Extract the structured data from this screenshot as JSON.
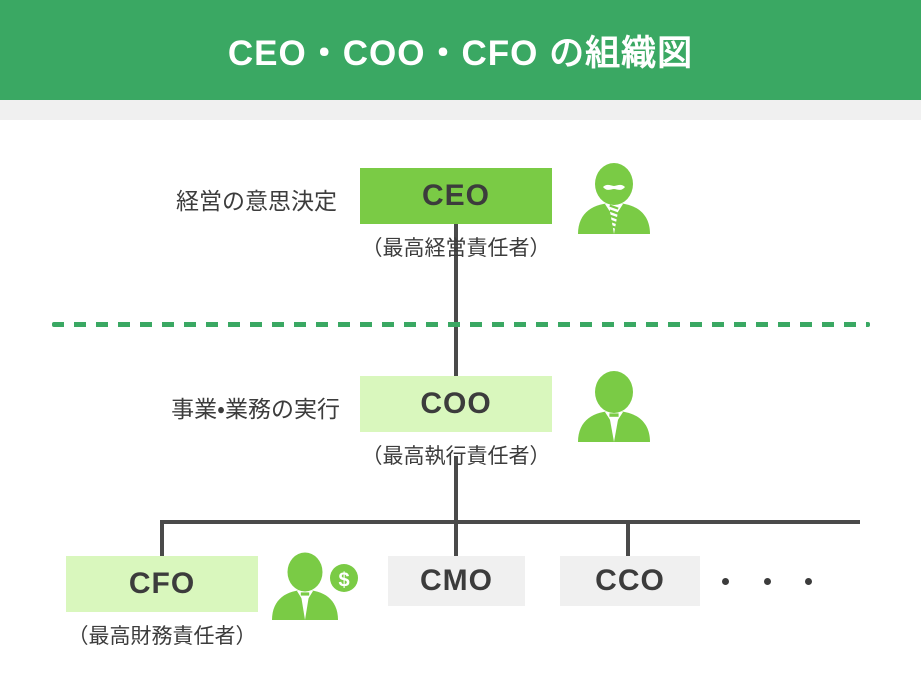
{
  "header": {
    "title": "CEO・COO・CFO の組織図",
    "background_color": "#3AA863",
    "text_color": "#FFFFFF",
    "underbar_color": "#F0F0F0"
  },
  "chart_data": {
    "type": "diagram",
    "title": "CEO・COO・CFO の組織図",
    "tiers": [
      {
        "tier_label": "経営の意思決定",
        "nodes": [
          {
            "code": "CEO",
            "caption": "（最高経営責任者）",
            "box_color": "#7ACB45",
            "icon": "executive-person-mustache-icon"
          }
        ]
      },
      {
        "tier_label": "事業・業務の実行",
        "nodes": [
          {
            "code": "COO",
            "caption": "（最高執行責任者）",
            "box_color": "#D9F7BD",
            "icon": "executive-person-icon"
          }
        ]
      },
      {
        "tier_label": "",
        "nodes": [
          {
            "code": "CFO",
            "caption": "（最高財務責任者）",
            "box_color": "#D9F7BD",
            "icon": "executive-person-money-icon"
          },
          {
            "code": "CMO",
            "caption": "",
            "box_color": "#F0F0F0",
            "icon": ""
          },
          {
            "code": "CCO",
            "caption": "",
            "box_color": "#F0F0F0",
            "icon": ""
          }
        ]
      }
    ],
    "more_indicator": "・・・",
    "divider": {
      "style": "dashed",
      "color": "#3AA863"
    },
    "connector_color": "#4A4A4A",
    "text_color": "#3C3C3C"
  },
  "tiers": {
    "decision": {
      "label": "経営の意思決定"
    },
    "execution": {
      "label": "事業・業務の実行"
    }
  },
  "nodes": {
    "ceo": {
      "code": "CEO",
      "caption": "（最高経営責任者）"
    },
    "coo": {
      "code": "COO",
      "caption": "（最高執行責任者）"
    },
    "cfo": {
      "code": "CFO",
      "caption": "（最高財務責任者）"
    },
    "cmo": {
      "code": "CMO"
    },
    "cco": {
      "code": "CCO"
    }
  }
}
